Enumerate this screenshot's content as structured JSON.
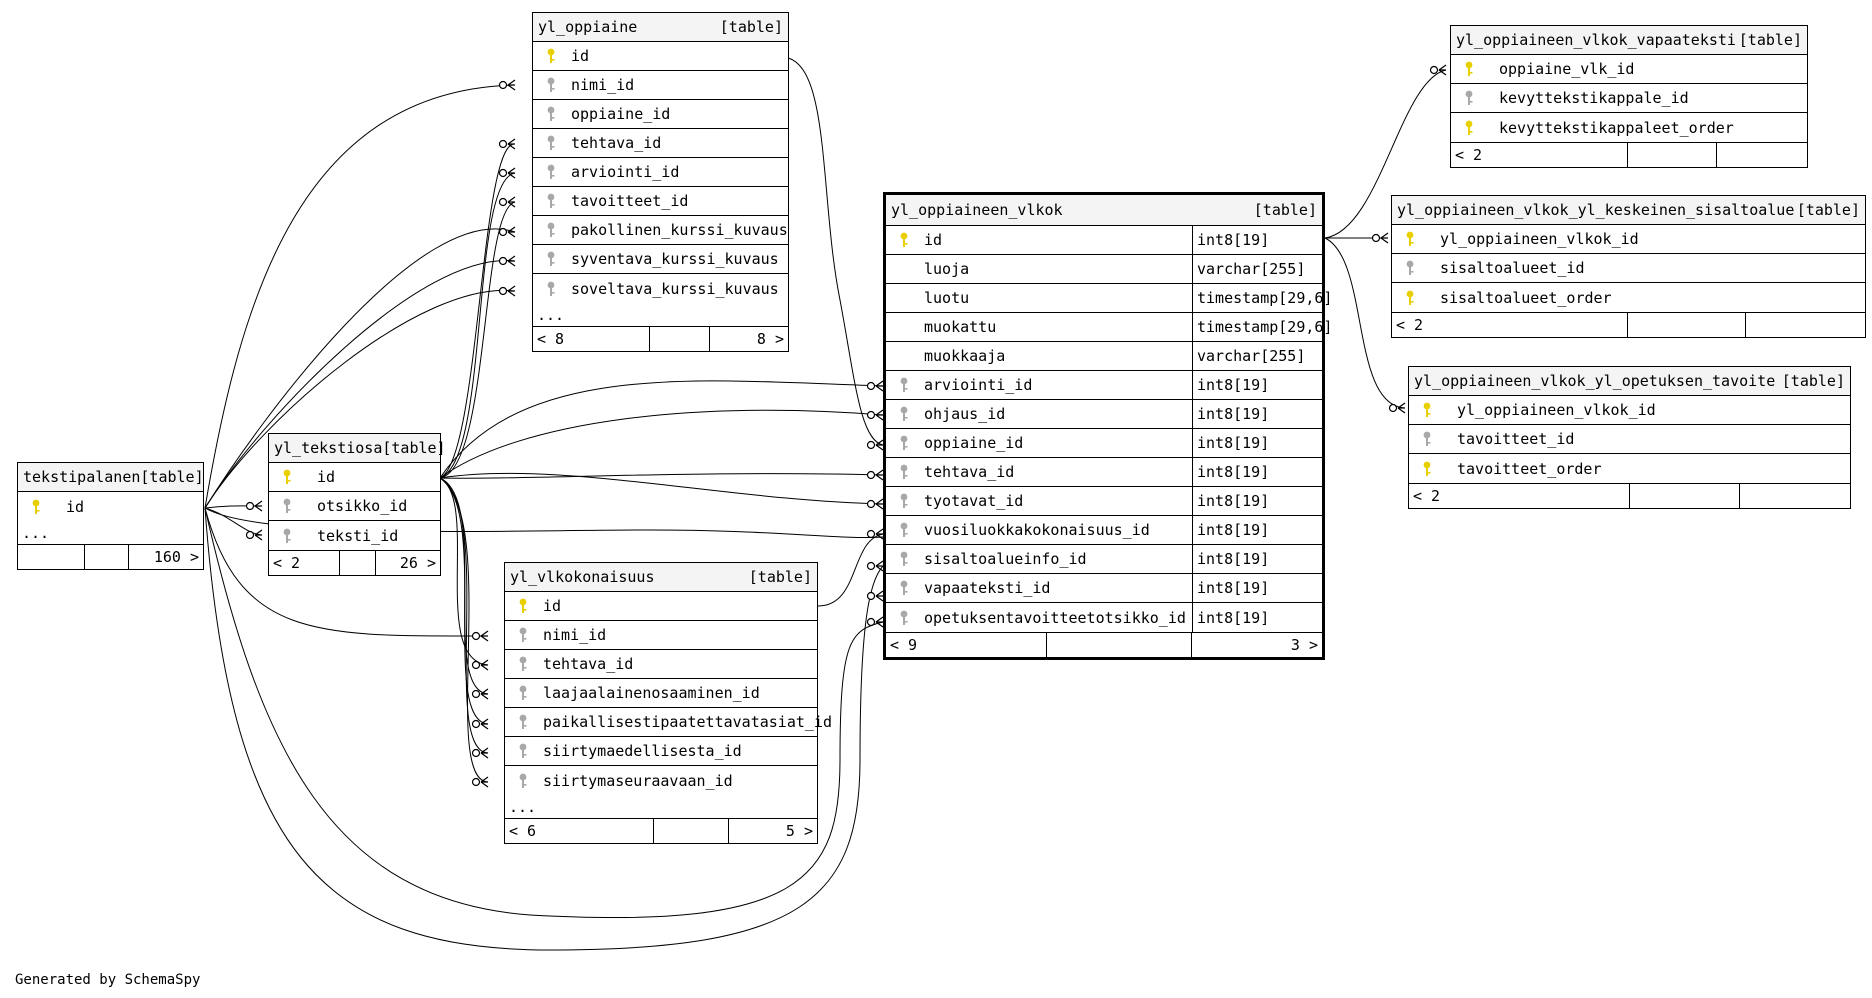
{
  "footer": "Generated by SchemaSpy",
  "colors": {
    "pk_key": "#e8d000",
    "fk_key": "#a8a8a8",
    "header_bg": "#f4f4f4"
  },
  "tables": {
    "yl_oppiaine": {
      "name": "yl_oppiaine",
      "tag": "[table]",
      "columns": [
        {
          "name": "id",
          "key": "primary-key-icon"
        },
        {
          "name": "nimi_id",
          "key": "foreign-key-icon"
        },
        {
          "name": "oppiaine_id",
          "key": "foreign-key-icon"
        },
        {
          "name": "tehtava_id",
          "key": "foreign-key-icon"
        },
        {
          "name": "arviointi_id",
          "key": "foreign-key-icon"
        },
        {
          "name": "tavoitteet_id",
          "key": "foreign-key-icon"
        },
        {
          "name": "pakollinen_kurssi_kuvaus",
          "key": "foreign-key-icon"
        },
        {
          "name": "syventava_kurssi_kuvaus",
          "key": "foreign-key-icon"
        },
        {
          "name": "soveltava_kurssi_kuvaus",
          "key": "foreign-key-icon"
        }
      ],
      "more": "...",
      "footer": [
        "< 8",
        "",
        "8 >"
      ]
    },
    "yl_oppiaineen_vlkok": {
      "name": "yl_oppiaineen_vlkok",
      "tag": "[table]",
      "columns": [
        {
          "name": "id",
          "type": "int8[19]",
          "key": "primary-key-icon"
        },
        {
          "name": "luoja",
          "type": "varchar[255]",
          "key": ""
        },
        {
          "name": "luotu",
          "type": "timestamp[29,6]",
          "key": ""
        },
        {
          "name": "muokattu",
          "type": "timestamp[29,6]",
          "key": ""
        },
        {
          "name": "muokkaaja",
          "type": "varchar[255]",
          "key": ""
        },
        {
          "name": "arviointi_id",
          "type": "int8[19]",
          "key": "foreign-key-icon"
        },
        {
          "name": "ohjaus_id",
          "type": "int8[19]",
          "key": "foreign-key-icon"
        },
        {
          "name": "oppiaine_id",
          "type": "int8[19]",
          "key": "foreign-key-icon"
        },
        {
          "name": "tehtava_id",
          "type": "int8[19]",
          "key": "foreign-key-icon"
        },
        {
          "name": "tyotavat_id",
          "type": "int8[19]",
          "key": "foreign-key-icon"
        },
        {
          "name": "vuosiluokkakokonaisuus_id",
          "type": "int8[19]",
          "key": "foreign-key-icon"
        },
        {
          "name": "sisaltoalueinfo_id",
          "type": "int8[19]",
          "key": "foreign-key-icon"
        },
        {
          "name": "vapaateksti_id",
          "type": "int8[19]",
          "key": "foreign-key-icon"
        },
        {
          "name": "opetuksentavoitteetotsikko_id",
          "type": "int8[19]",
          "key": "foreign-key-icon"
        }
      ],
      "footer": [
        "< 9",
        "",
        "3 >"
      ]
    },
    "vapaateksti": {
      "name": "yl_oppiaineen_vlkok_vapaateksti",
      "tag": "[table]",
      "columns": [
        {
          "name": "oppiaine_vlk_id",
          "key": "primary-key-icon"
        },
        {
          "name": "kevyttekstikappale_id",
          "key": "foreign-key-icon"
        },
        {
          "name": "kevyttekstikappaleet_order",
          "key": "primary-key-icon"
        }
      ],
      "footer": [
        "< 2",
        "",
        ""
      ]
    },
    "keskeinen": {
      "name": "yl_oppiaineen_vlkok_yl_keskeinen_sisaltoalue",
      "tag": "[table]",
      "columns": [
        {
          "name": "yl_oppiaineen_vlkok_id",
          "key": "primary-key-icon"
        },
        {
          "name": "sisaltoalueet_id",
          "key": "foreign-key-icon"
        },
        {
          "name": "sisaltoalueet_order",
          "key": "primary-key-icon"
        }
      ],
      "footer": [
        "< 2",
        "",
        ""
      ]
    },
    "opetuksen": {
      "name": "yl_oppiaineen_vlkok_yl_opetuksen_tavoite",
      "tag": "[table]",
      "columns": [
        {
          "name": "yl_oppiaineen_vlkok_id",
          "key": "primary-key-icon"
        },
        {
          "name": "tavoitteet_id",
          "key": "foreign-key-icon"
        },
        {
          "name": "tavoitteet_order",
          "key": "primary-key-icon"
        }
      ],
      "footer": [
        "< 2",
        "",
        ""
      ]
    },
    "tekstipalanen": {
      "name": "tekstipalanen",
      "tag": "[table]",
      "columns": [
        {
          "name": "id",
          "key": "primary-key-icon"
        }
      ],
      "more": "...",
      "footer": [
        "",
        "",
        "160 >"
      ]
    },
    "yl_tekstiosa": {
      "name": "yl_tekstiosa",
      "tag": "[table]",
      "columns": [
        {
          "name": "id",
          "key": "primary-key-icon"
        },
        {
          "name": "otsikko_id",
          "key": "foreign-key-icon"
        },
        {
          "name": "teksti_id",
          "key": "foreign-key-icon"
        }
      ],
      "footer": [
        "< 2",
        "",
        "26 >"
      ]
    },
    "yl_vlkokonaisuus": {
      "name": "yl_vlkokonaisuus",
      "tag": "[table]",
      "columns": [
        {
          "name": "id",
          "key": "primary-key-icon"
        },
        {
          "name": "nimi_id",
          "key": "foreign-key-icon"
        },
        {
          "name": "tehtava_id",
          "key": "foreign-key-icon"
        },
        {
          "name": "laajaalainenosaaminen_id",
          "key": "foreign-key-icon"
        },
        {
          "name": "paikallisestipaatettavatasiat_id",
          "key": "foreign-key-icon"
        },
        {
          "name": "siirtymaedellisesta_id",
          "key": "foreign-key-icon"
        },
        {
          "name": "siirtymaseuraavaan_id",
          "key": "foreign-key-icon"
        }
      ],
      "more": "...",
      "footer": [
        "< 6",
        "",
        "5 >"
      ]
    }
  }
}
